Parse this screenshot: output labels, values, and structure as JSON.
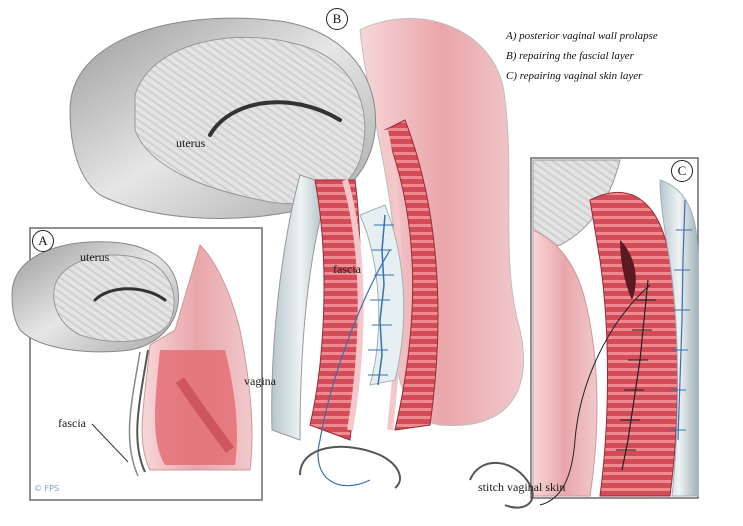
{
  "panels": {
    "A": {
      "tag": "A",
      "uterus_label": "uterus",
      "vagina_label": "vagina",
      "fascia_label": "fascia"
    },
    "B": {
      "tag": "B",
      "uterus_label": "uterus",
      "fascia_label": "fascia"
    },
    "C": {
      "tag": "C",
      "stitch_label": "stitch vaginal skin"
    }
  },
  "legend": [
    "A) posterior vaginal wall prolapse",
    "B) repairing the fascial layer",
    "C) repairing vaginal skin layer"
  ],
  "logo_text": "© FPS",
  "colors": {
    "tissue_red": "#d9505a",
    "tissue_pink": "#f1c0c3",
    "uterus_gray": "#cfcfcf",
    "suture_blue": "#3a6fb0",
    "frame": "#555555"
  }
}
